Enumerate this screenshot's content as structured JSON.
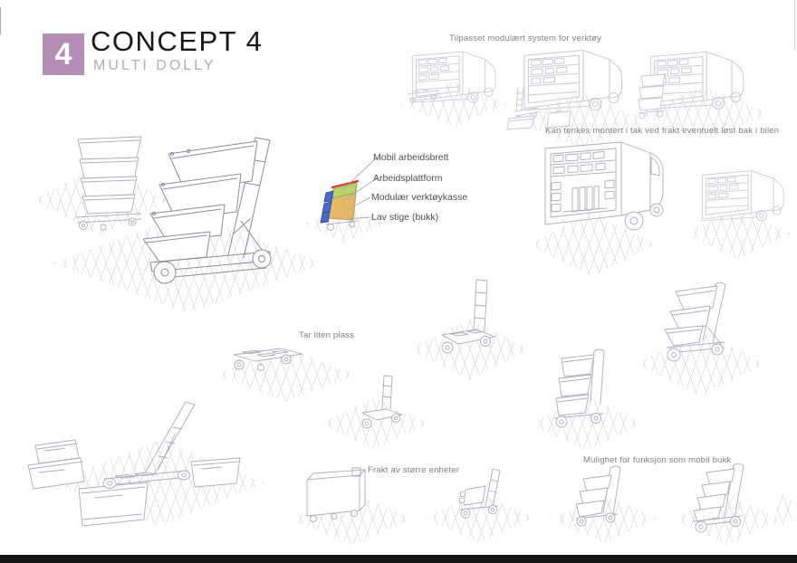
{
  "page": {
    "title_number": "4",
    "title": "CONCEPT 4",
    "subtitle": "MULTI DOLLY"
  },
  "callouts": [
    "Mobil arbeidsbrett",
    "Arbeidsplattform",
    "Modulær verktøykasse",
    "Lav stige (bukk)"
  ],
  "annotations": {
    "tool_system": "Tilpasset modulært system for verktøy",
    "ceiling_mount": "Kan tenkes montert i tak ved frakt eventuelt løst bak i bilen",
    "small_footprint": "Tar liten plass",
    "large_units": "Frakt av større enheter",
    "mobile_bukk": "Mulighet for funksjon som mobil bukk"
  },
  "colors": {
    "accent_purple": "#b48db4",
    "toolbox_blue": "#4968cf",
    "platform_tan": "#e2b155",
    "worktop_green": "#b7d56e",
    "board_red": "#cf3a34",
    "pencil_gray": "#9aa0aa",
    "footer_black": "#131313"
  }
}
